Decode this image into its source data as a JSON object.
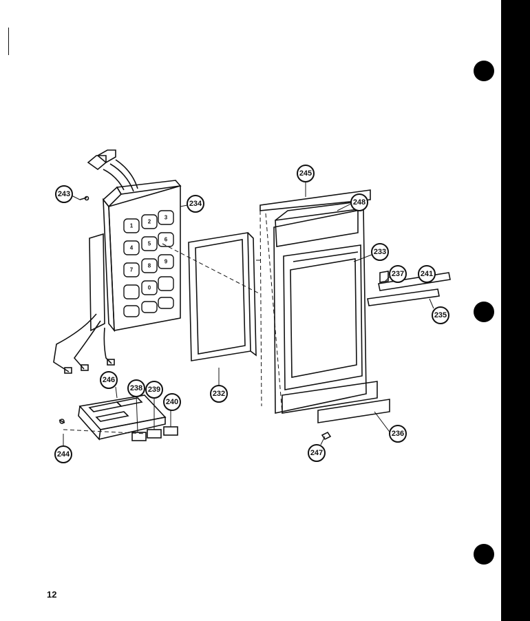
{
  "page": {
    "number": "12"
  },
  "callouts": [
    {
      "id": "243"
    },
    {
      "id": "234"
    },
    {
      "id": "245"
    },
    {
      "id": "248"
    },
    {
      "id": "233"
    },
    {
      "id": "237"
    },
    {
      "id": "241"
    },
    {
      "id": "235"
    },
    {
      "id": "246"
    },
    {
      "id": "238"
    },
    {
      "id": "239"
    },
    {
      "id": "240"
    },
    {
      "id": "232"
    },
    {
      "id": "236"
    },
    {
      "id": "244"
    },
    {
      "id": "247"
    }
  ],
  "keypad": {
    "keys": [
      "1",
      "2",
      "3",
      "4",
      "5",
      "6",
      "7",
      "8",
      "9",
      "",
      "0",
      "",
      "",
      "",
      ""
    ]
  },
  "colors": {
    "ink": "#111111",
    "paper": "#ffffff",
    "binder": "#000000"
  }
}
